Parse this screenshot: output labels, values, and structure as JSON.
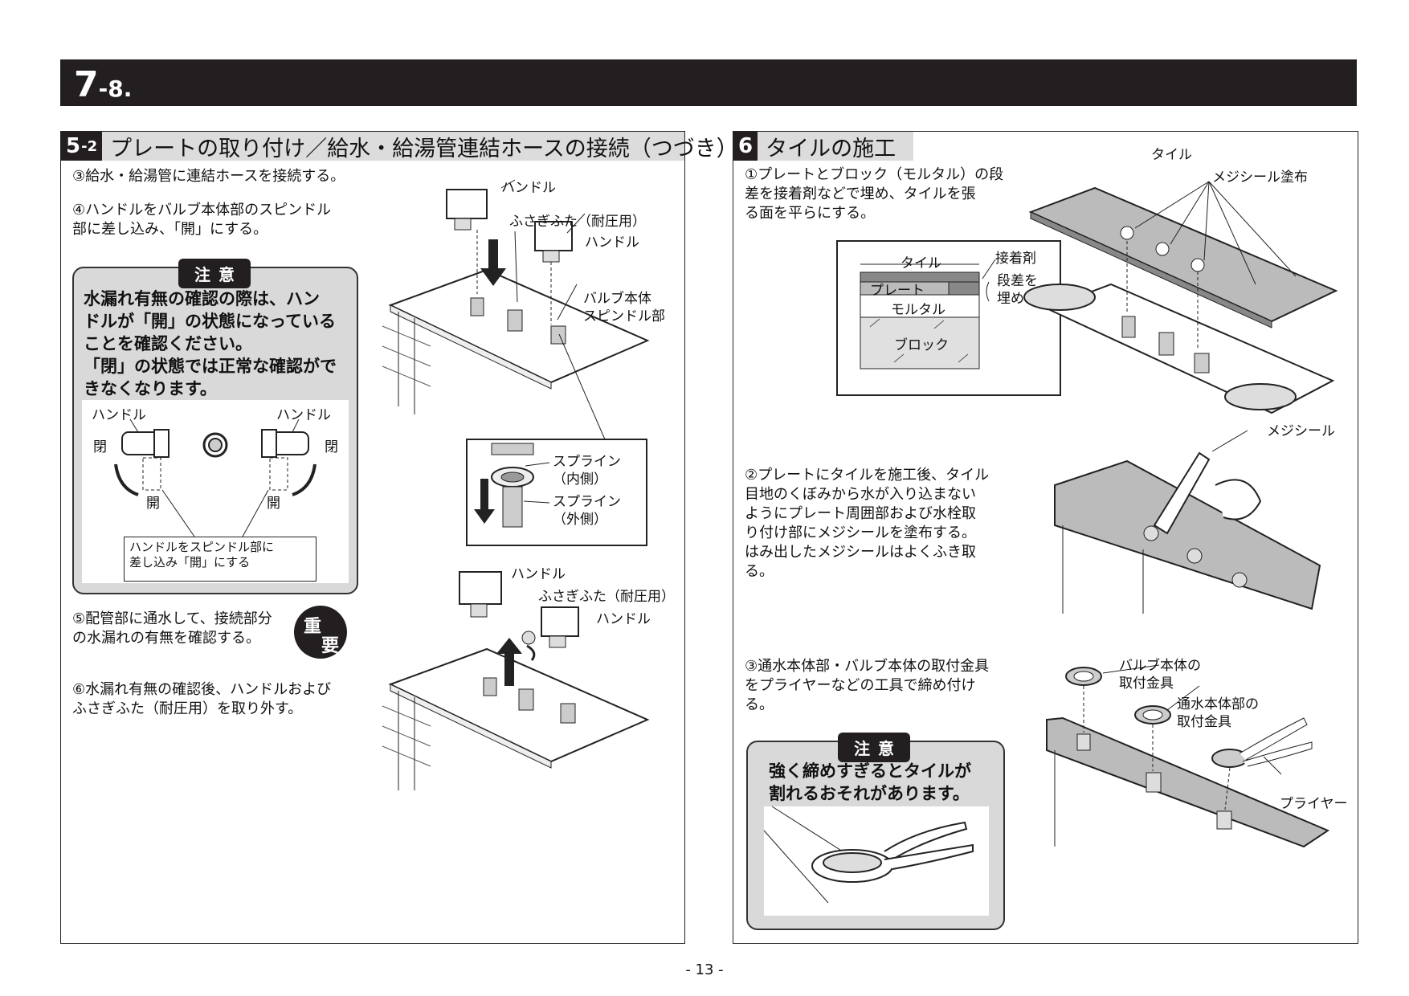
{
  "header": {
    "section_major": "7",
    "section_minor": "-8."
  },
  "left": {
    "section": {
      "badge_major": "5",
      "badge_minor": "-2",
      "title": "プレートの取り付け／給水・給湯管連結ホースの接続（つづき）"
    },
    "steps": {
      "s3": "③給水・給湯管に連結ホースを接続する。",
      "s4": "④ハンドルをバルブ本体部のスピンドル\n部に差し込み、「開」にする。",
      "s5": "⑤配管部に通水して、接続部分\nの水漏れの有無を確認する。",
      "s6": "⑥水漏れ有無の確認後、ハンドルおよび\nふさぎふた（耐圧用）を取り外す。"
    },
    "caution": {
      "tag": "注意",
      "text": "水漏れ有無の確認の際は、ハン\nドルが「開」の状態になっている\nことを確認ください。\n「閉」の状態では正常な確認がで\nきなくなります。"
    },
    "handle_diagram": {
      "handle_left": "ハンドル",
      "handle_right": "ハンドル",
      "close_left": "閉",
      "close_right": "閉",
      "open_left": "開",
      "open_right": "開",
      "callout": "ハンドルをスピンドル部に\n差し込み「開」にする"
    },
    "important_badge": {
      "top": "重",
      "bottom": "要"
    },
    "fig1": {
      "handle1": "ハンドル",
      "cap": "ふさぎふた（耐圧用）",
      "handle2": "ハンドル",
      "valve": "バルブ本体\nスピンドル部",
      "spline_in": "スプライン\n（内側）",
      "spline_out": "スプライン\n（外側）"
    },
    "fig2": {
      "handle1": "ハンドル",
      "cap": "ふさぎふた（耐圧用）",
      "handle2": "ハンドル"
    }
  },
  "right": {
    "section": {
      "badge": "6",
      "title": "タイルの施工"
    },
    "steps": {
      "s1": "①プレートとブロック（モルタル）の段\n差を接着剤などで埋め、タイルを張\nる面を平らにする。",
      "s2": "②プレートにタイルを施工後、タイル\n目地のくぼみから水が入り込まない\nようにプレート周囲部および水栓取\nり付け部にメジシールを塗布する。\nはみ出したメジシールはよくふき取\nる。",
      "s3": "③通水本体部・バルブ本体の取付金具\nをプライヤーなどの工具で締め付け\nる。"
    },
    "layer_diagram": {
      "tile": "タイル",
      "plate": "プレート",
      "mortar": "モルタル",
      "block": "ブロック",
      "adhesive": "接着剤",
      "fill": "段差を\n埋める"
    },
    "fig1": {
      "tile": "タイル",
      "sealant": "メジシール塗布"
    },
    "fig2": {
      "sealant": "メジシール"
    },
    "fig3": {
      "valve_fitting": "バルブ本体の\n取付金具",
      "body_fitting": "通水本体部の\n取付金具",
      "pliers": "プライヤー"
    },
    "caution": {
      "tag": "注意",
      "text": "強く締めすぎるとタイルが\n割れるおそれがあります。"
    }
  },
  "page_number": "- 13 -"
}
